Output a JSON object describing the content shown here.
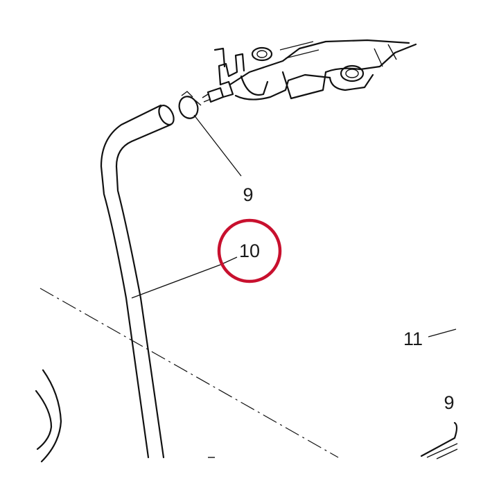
{
  "callouts": {
    "clamp_top": "9",
    "hose": "10",
    "part_right": "11",
    "clamp_right": "9"
  },
  "highlight": {
    "target": "10",
    "color": "#c8102e"
  },
  "colors": {
    "line": "#111111",
    "background": "#ffffff"
  }
}
